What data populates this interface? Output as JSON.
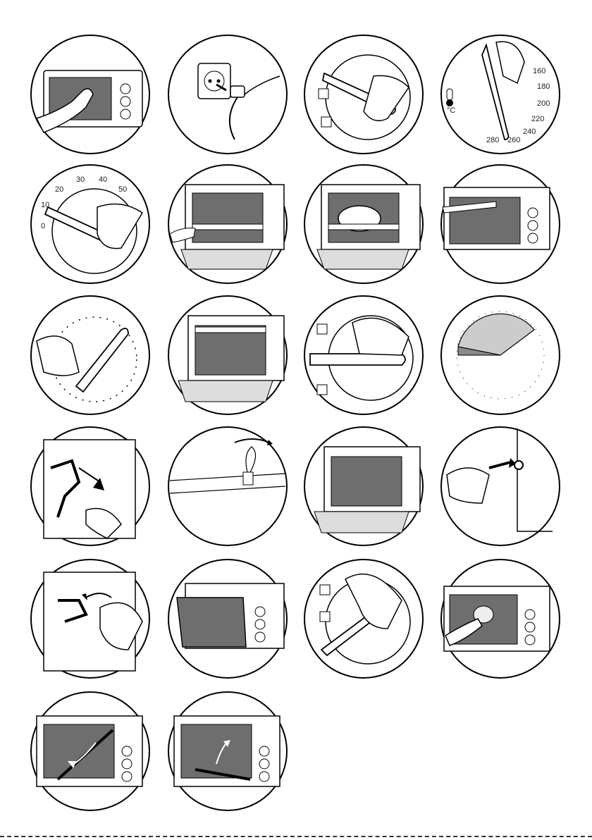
{
  "panels": {
    "p1": {
      "icon": "cleaning-oven-exterior"
    },
    "p2": {
      "icon": "plug-into-socket"
    },
    "p3": {
      "icon": "function-selector-knob"
    },
    "p4": {
      "icon": "thermostat-knob",
      "unit": "°C",
      "labels": [
        "160",
        "180",
        "200",
        "220",
        "240",
        "260",
        "280"
      ]
    },
    "p5": {
      "icon": "timer-knob",
      "labels": [
        "0",
        "10",
        "20",
        "30",
        "40",
        "50"
      ]
    },
    "p6": {
      "icon": "insert-wire-rack"
    },
    "p7": {
      "icon": "place-food-on-rack"
    },
    "p8": {
      "icon": "close-oven-door"
    },
    "p9": {
      "icon": "turn-knob"
    },
    "p10": {
      "icon": "remove-tray"
    },
    "p11": {
      "icon": "function-knob-horizontal"
    },
    "p12": {
      "icon": "timer-sector-dial"
    },
    "p13": {
      "icon": "spit-support-insert"
    },
    "p14": {
      "icon": "rotisserie-spit"
    },
    "p15": {
      "icon": "oven-open-tray"
    },
    "p16": {
      "icon": "insert-spit-socket"
    },
    "p17": {
      "icon": "remove-spit-support"
    },
    "p18": {
      "icon": "open-door-down"
    },
    "p19": {
      "icon": "function-knob-diagonal"
    },
    "p20": {
      "icon": "wipe-oven-window"
    },
    "p21": {
      "icon": "lower-heating-element"
    },
    "p22": {
      "icon": "raise-heating-element"
    }
  }
}
